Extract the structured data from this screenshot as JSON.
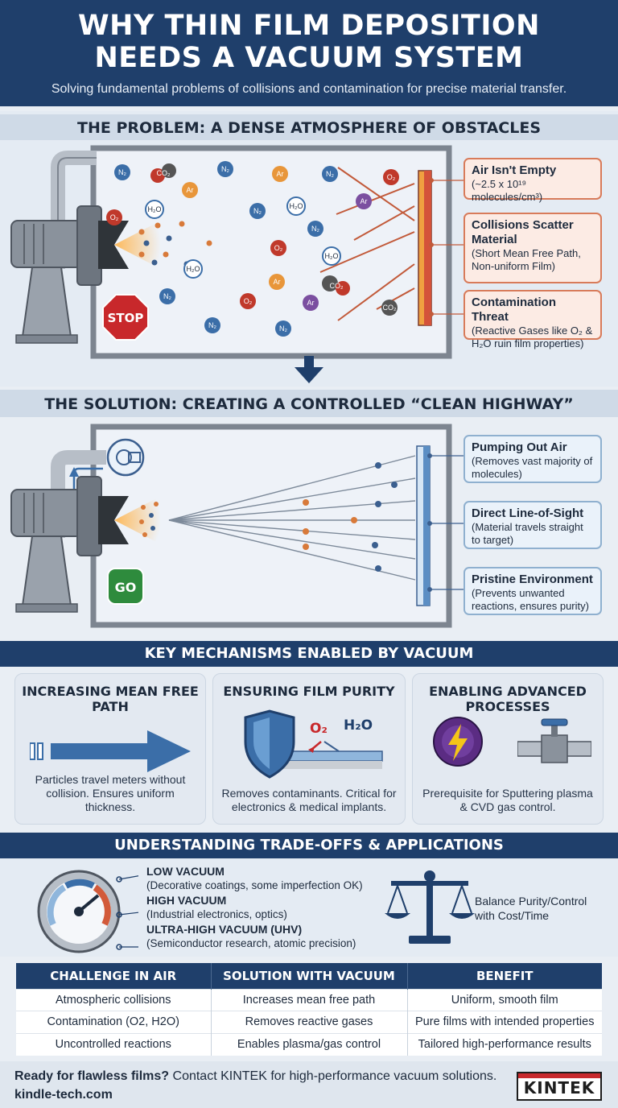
{
  "header": {
    "title_line1": "WHY THIN FILM DEPOSITION",
    "title_line2": "NEEDS A VACUUM SYSTEM",
    "subtitle": "Solving fundamental problems of collisions and contamination for precise material transfer."
  },
  "problem": {
    "title": "THE PROBLEM: A DENSE ATMOSPHERE OF OBSTACLES",
    "stop_label": "STOP",
    "molecule_labels": [
      "N₂",
      "O₂",
      "H₂O",
      "Ar",
      "CO₂"
    ],
    "callouts": [
      {
        "title": "Air Isn't Empty",
        "text": "(~2.5 x 10¹⁹ molecules/cm³)"
      },
      {
        "title": "Collisions Scatter Material",
        "text": "(Short Mean Free Path, Non-uniform Film)"
      },
      {
        "title": "Contamination Threat",
        "text": "(Reactive Gases like O₂ & H₂O ruin film properties)"
      }
    ]
  },
  "solution": {
    "title": "THE SOLUTION: CREATING A CONTROLLED “CLEAN HIGHWAY”",
    "go_label": "GO",
    "callouts": [
      {
        "title": "Pumping Out Air",
        "text": "(Removes vast majority of molecules)"
      },
      {
        "title": "Direct Line-of-Sight",
        "text": "(Material travels straight to target)"
      },
      {
        "title": "Pristine Environment",
        "text": "(Prevents unwanted reactions, ensures purity)"
      }
    ]
  },
  "mechanisms": {
    "title": "KEY MECHANISMS ENABLED BY VACUUM",
    "cards": [
      {
        "title": "INCREASING MEAN FREE PATH",
        "text": "Particles travel meters without collision. Ensures uniform thickness."
      },
      {
        "title": "ENSURING FILM PURITY",
        "text": "Removes contaminants. Critical for electronics & medical implants.",
        "gas1": "O₂",
        "gas2": "H₂O"
      },
      {
        "title": "ENABLING ADVANCED PROCESSES",
        "text": "Prerequisite for Sputtering plasma & CVD gas control."
      }
    ]
  },
  "tradeoffs": {
    "title": "UNDERSTANDING TRADE-OFFS & APPLICATIONS",
    "levels": [
      {
        "name": "LOW VACUUM",
        "desc": "(Decorative coatings, some imperfection OK)"
      },
      {
        "name": "HIGH VACUUM",
        "desc": "(Industrial electronics, optics)"
      },
      {
        "name": "ULTRA-HIGH VACUUM (UHV)",
        "desc": "(Semiconductor research, atomic precision)"
      }
    ],
    "balance_line1": "Balance Purity/Control",
    "balance_line2": "with Cost/Time"
  },
  "table": {
    "headers": [
      "CHALLENGE IN AIR",
      "SOLUTION WITH VACUUM",
      "BENEFIT"
    ],
    "rows": [
      [
        "Atmospheric collisions",
        "Increases mean free path",
        "Uniform, smooth film"
      ],
      [
        "Contamination (O2, H2O)",
        "Removes reactive gases",
        "Pure films with intended properties"
      ],
      [
        "Uncontrolled reactions",
        "Enables plasma/gas control",
        "Tailored high-performance results"
      ]
    ]
  },
  "footer": {
    "cta_bold": "Ready for flawless films?",
    "cta_text": " Contact KINTEK for high-performance vacuum solutions.",
    "url": "kindle-tech.com",
    "logo": "KINTEK"
  },
  "colors": {
    "navy": "#1f3f6b",
    "alert_red": "#c8282b",
    "go_green": "#2e8b3d",
    "accent_orange": "#e8833a"
  }
}
